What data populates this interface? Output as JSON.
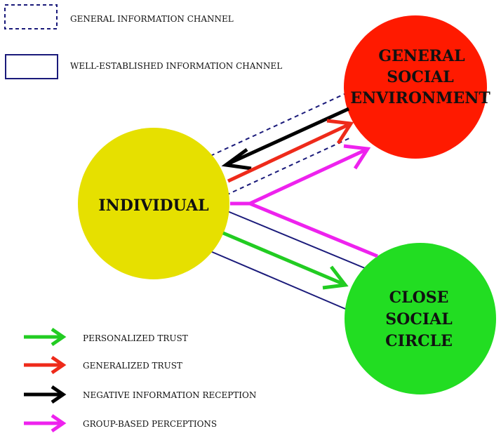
{
  "legend_top": {
    "general_channel": "GENERAL INFORMATION CHANNEL",
    "established_channel": "WELL-ESTABLISHED INFORMATION CHANNEL"
  },
  "nodes": {
    "individual": {
      "label": "INDIVIDUAL",
      "color": "#e6e000"
    },
    "general_env": {
      "lines": [
        "GENERAL",
        "SOCIAL",
        "ENVIRONMENT"
      ],
      "color": "#ff1a00"
    },
    "close_circle": {
      "lines": [
        "CLOSE",
        "SOCIAL",
        "CIRCLE"
      ],
      "color": "#22dd22"
    }
  },
  "legend_bottom": [
    {
      "label": "PERSONALIZED TRUST",
      "color": "#22cc22"
    },
    {
      "label": "GENERALIZED TRUST",
      "color": "#ee2a1a"
    },
    {
      "label": "NEGATIVE INFORMATION RECEPTION",
      "color": "#000000"
    },
    {
      "label": "GROUP-BASED PERCEPTIONS",
      "color": "#ee22ee"
    }
  ],
  "channel_color": "#1a1a7a"
}
